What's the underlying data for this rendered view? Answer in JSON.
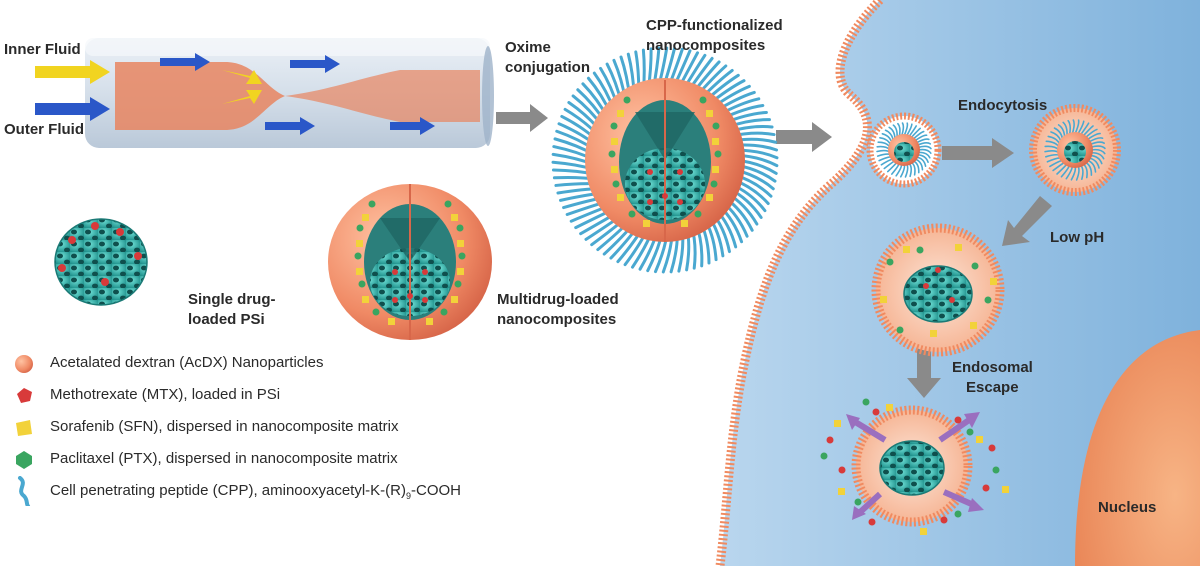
{
  "labels": {
    "inner_fluid": "Inner Fluid",
    "outer_fluid": "Outer Fluid",
    "oxime_line1": "Oxime",
    "oxime_line2": "conjugation",
    "cpp_line1": "CPP-functionalized",
    "cpp_line2": "nanocomposites",
    "single_line1": "Single drug-",
    "single_line2": "loaded PSi",
    "multi_line1": "Multidrug-loaded",
    "multi_line2": "nanocomposites",
    "endocytosis": "Endocytosis",
    "low_ph": "Low pH",
    "escape_line1": "Endosomal",
    "escape_line2": "Escape",
    "nucleus": "Nucleus"
  },
  "legend": [
    {
      "icon": "acdx-nanoparticle-icon",
      "text": "Acetalated dextran (AcDX) Nanoparticles"
    },
    {
      "icon": "methotrexate-icon",
      "text": "Methotrexate (MTX), loaded in PSi"
    },
    {
      "icon": "sorafenib-icon",
      "text": "Sorafenib (SFN), dispersed in nanocomposite matrix"
    },
    {
      "icon": "paclitaxel-icon",
      "text": "Paclitaxel (PTX), dispersed in nanocomposite matrix"
    },
    {
      "icon": "cpp-peptide-icon",
      "text_before": "Cell penetrating peptide (CPP), aminooxyacetyl-K-(R)",
      "text_sub": "9",
      "text_after": "-COOH"
    }
  ],
  "colors": {
    "acdx": "#e8785a",
    "mtx": "#d83a3a",
    "sfn": "#f2d23a",
    "ptx": "#3aa560",
    "cpp": "#4aa8d0",
    "psi": "#3bbdb5",
    "membrane": "#f08a60",
    "cytoplasm": "#cfe3f2",
    "nucleus": "#f2a070",
    "arrow": "#8a8a8a"
  }
}
